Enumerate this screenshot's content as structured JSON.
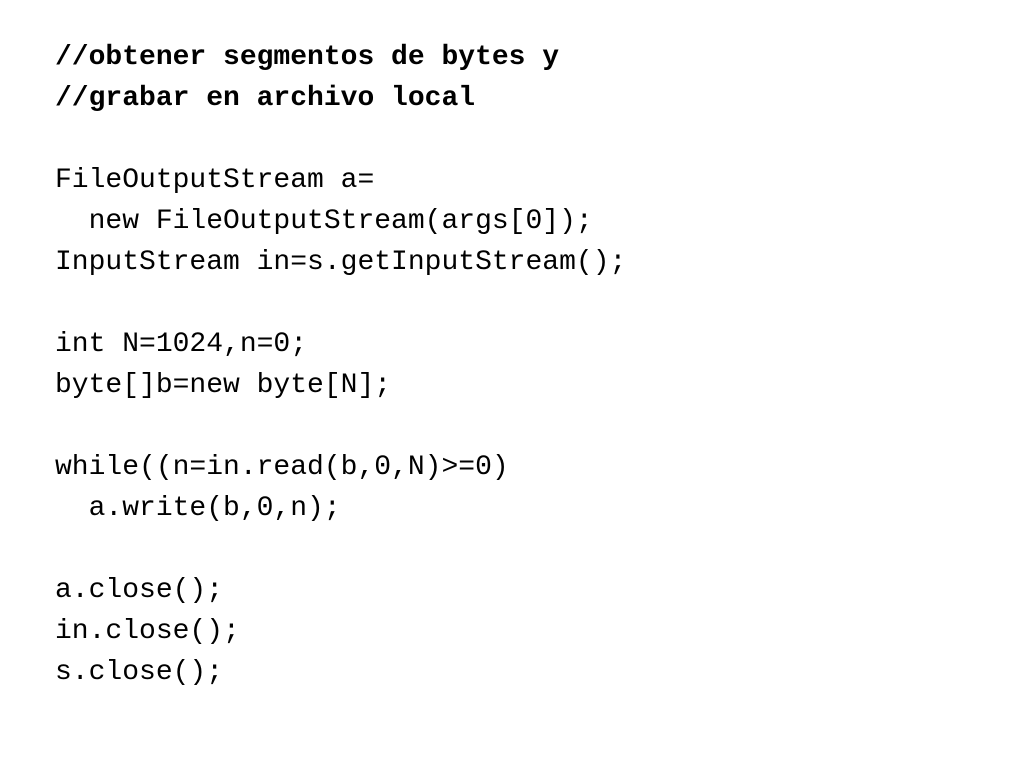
{
  "code_lines": [
    {
      "text": "//obtener segmentos de bytes y",
      "kind": "comment"
    },
    {
      "text": "//grabar en archivo local",
      "kind": "comment"
    },
    {
      "text": "",
      "kind": "blank"
    },
    {
      "text": "FileOutputStream a=",
      "kind": "code"
    },
    {
      "text": "  new FileOutputStream(args[0]);",
      "kind": "code"
    },
    {
      "text": "InputStream in=s.getInputStream();",
      "kind": "code"
    },
    {
      "text": "",
      "kind": "blank"
    },
    {
      "text": "int N=1024,n=0;",
      "kind": "code"
    },
    {
      "text": "byte[]b=new byte[N];",
      "kind": "code"
    },
    {
      "text": "",
      "kind": "blank"
    },
    {
      "text": "while((n=in.read(b,0,N)>=0)",
      "kind": "code"
    },
    {
      "text": "  a.write(b,0,n);",
      "kind": "code"
    },
    {
      "text": "",
      "kind": "blank"
    },
    {
      "text": "a.close();",
      "kind": "code"
    },
    {
      "text": "in.close();",
      "kind": "code"
    },
    {
      "text": "s.close();",
      "kind": "code"
    }
  ]
}
